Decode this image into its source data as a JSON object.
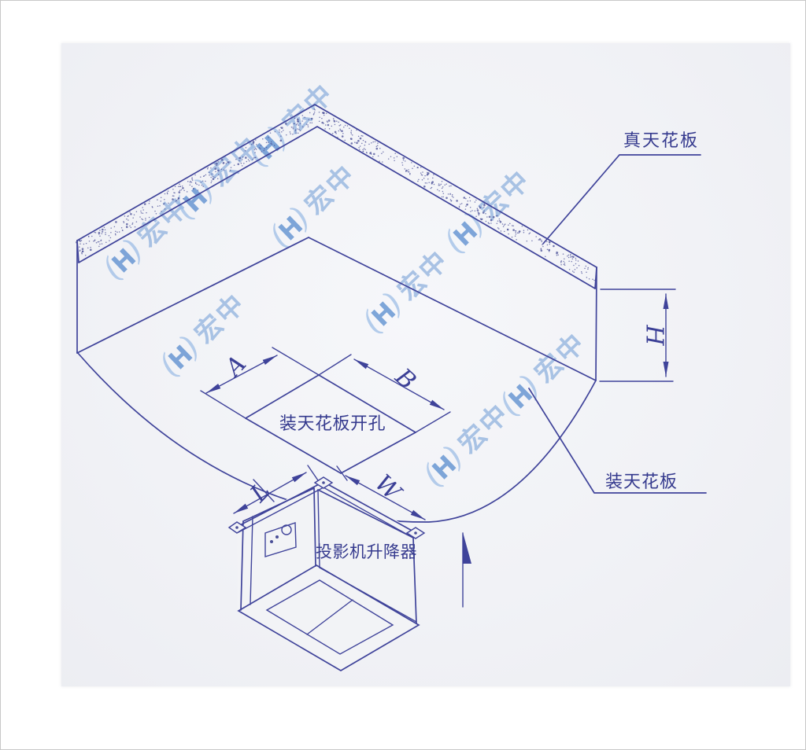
{
  "drawing": {
    "callouts": {
      "real_ceiling": "真天花板",
      "decorative_ceiling": "装天花板",
      "ceiling_opening": "装天花板开孔",
      "projector_lift": "投影机升降器"
    },
    "dimension_labels": {
      "a": "A",
      "b": "B",
      "h": "H",
      "l": "L",
      "w": "W"
    },
    "watermark": {
      "open_paren": "(",
      "logo_letter": "H",
      "close_paren": ")",
      "company": "宏中"
    },
    "colors": {
      "ink": "#3f439a",
      "paper": "#f2f3f6",
      "watermark_blue": "#8cafdd",
      "watermark_logo_blue": "#5187cd"
    }
  }
}
